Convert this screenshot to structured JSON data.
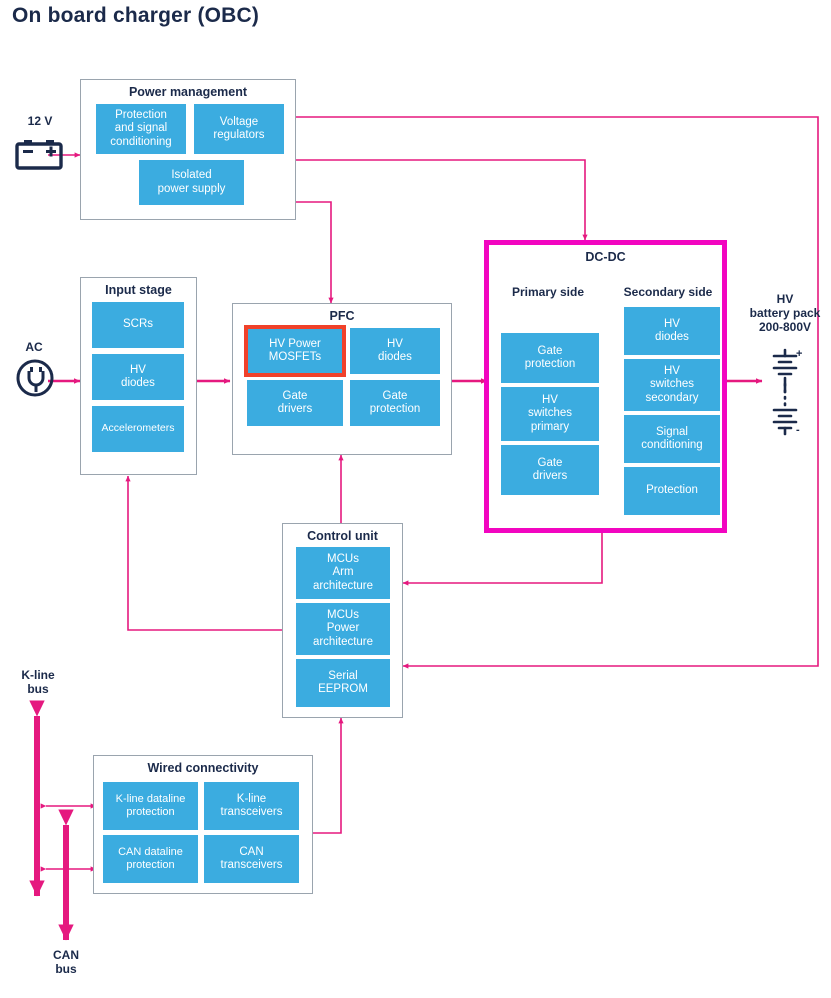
{
  "page": {
    "title": "On board charger (OBC)"
  },
  "colors": {
    "block_fill": "#3bace0",
    "block_text": "#ffffff",
    "group_border": "#9aa4ae",
    "wire": "#e5197f",
    "dcdc_border": "#f205c0",
    "highlight_border": "#f0412a",
    "heading_text": "#1b2a4a"
  },
  "sources": {
    "dc_input": {
      "label": "12 V",
      "icon": "battery-12v-icon"
    },
    "ac_input": {
      "label": "AC",
      "icon": "ac-plug-icon"
    },
    "hv_battery": {
      "label": "HV\nbattery pack\n200-800V",
      "line1": "HV",
      "line2": "battery pack",
      "line3": "200-800V",
      "icon": "hv-battery-cells-icon"
    },
    "kline_bus": {
      "line1": "K-line",
      "line2": "bus"
    },
    "can_bus": {
      "line1": "CAN",
      "line2": "bus"
    }
  },
  "groups": {
    "power_management": {
      "title": "Power management",
      "blocks": [
        {
          "id": "protection-and-signal-conditioning",
          "label": "Protection\nand signal\nconditioning",
          "highlight": false
        },
        {
          "id": "voltage-regulators",
          "label": "Voltage\nregulators",
          "highlight": false
        },
        {
          "id": "isolated-power-supply",
          "label": "Isolated\npower supply",
          "highlight": false
        }
      ]
    },
    "input_stage": {
      "title": "Input stage",
      "blocks": [
        {
          "id": "scrs",
          "label": "SCRs",
          "highlight": false
        },
        {
          "id": "hv-diodes",
          "label": "HV\ndiodes",
          "highlight": false
        },
        {
          "id": "accelerometers",
          "label": "Accelerometers",
          "highlight": false
        }
      ]
    },
    "pfc": {
      "title": "PFC",
      "blocks": [
        {
          "id": "hv-power-mosfets",
          "label": "HV Power\nMOSFETs",
          "highlight": true
        },
        {
          "id": "hv-diodes",
          "label": "HV\ndiodes",
          "highlight": false
        },
        {
          "id": "gate-drivers",
          "label": "Gate\ndrivers",
          "highlight": false
        },
        {
          "id": "gate-protection",
          "label": "Gate\nprotection",
          "highlight": false
        }
      ]
    },
    "dc_dc": {
      "title": "DC-DC",
      "primary_side": {
        "title": "Primary side",
        "blocks": [
          {
            "id": "gate-protection",
            "label": "Gate\nprotection",
            "highlight": false
          },
          {
            "id": "hv-switches-primary",
            "label": "HV\nswitches\nprimary",
            "highlight": false
          },
          {
            "id": "gate-drivers",
            "label": "Gate\ndrivers",
            "highlight": false
          }
        ]
      },
      "secondary_side": {
        "title": "Secondary side",
        "blocks": [
          {
            "id": "hv-diodes",
            "label": "HV\ndiodes",
            "highlight": false
          },
          {
            "id": "hv-switches-secondary",
            "label": "HV\nswitches\nsecondary",
            "highlight": false
          },
          {
            "id": "signal-conditioning",
            "label": "Signal\nconditioning",
            "highlight": false
          },
          {
            "id": "protection",
            "label": "Protection",
            "highlight": false
          }
        ]
      }
    },
    "control_unit": {
      "title": "Control unit",
      "blocks": [
        {
          "id": "mcus-arm-architecture",
          "label": "MCUs\nArm\narchitecture",
          "highlight": false
        },
        {
          "id": "mcus-power-architecture",
          "label": "MCUs\nPower\narchitecture",
          "highlight": false
        },
        {
          "id": "serial-eeprom",
          "label": "Serial\nEEPROM",
          "highlight": false
        }
      ]
    },
    "wired_connectivity": {
      "title": "Wired connectivity",
      "blocks": [
        {
          "id": "k-line-dataline-protection",
          "label": "K-line dataline\nprotection",
          "highlight": false
        },
        {
          "id": "k-line-transceivers",
          "label": "K-line\ntransceivers",
          "highlight": false
        },
        {
          "id": "can-dataline-protection",
          "label": "CAN dataline\nprotection",
          "highlight": false
        },
        {
          "id": "can-transceivers",
          "label": "CAN\ntransceivers",
          "highlight": false
        }
      ]
    }
  }
}
